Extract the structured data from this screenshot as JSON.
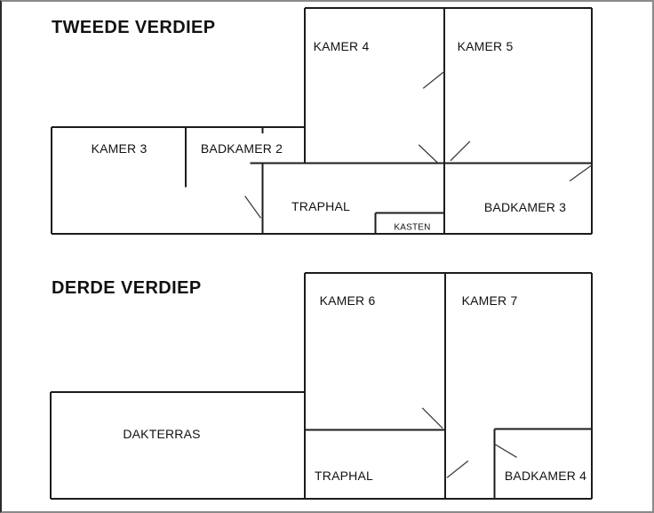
{
  "page": {
    "title": "Floor plan – Tweede en derde verdiep",
    "theme": {
      "background": "#ffffff",
      "wall_color": "#1c1c1c",
      "door_color": "#3c3c3c",
      "text_color": "#111111",
      "frame_color": "#8a8a8a"
    }
  },
  "floors": [
    {
      "title": "TWEEDE VERDIEP",
      "rooms": {
        "kamer4": "KAMER 4",
        "kamer5": "KAMER 5",
        "kamer3": "KAMER 3",
        "badkamer2": "BADKAMER 2",
        "traphal": "TRAPHAL",
        "kasten": "KASTEN",
        "badkamer3": "BADKAMER 3"
      },
      "walls": [
        [
          343,
          7,
          668,
          7
        ],
        [
          668,
          7,
          668,
          263
        ],
        [
          343,
          7,
          343,
          183
        ],
        [
          501,
          7,
          501,
          263
        ],
        [
          56,
          142,
          343,
          142
        ],
        [
          56,
          142,
          56,
          263
        ],
        [
          56,
          263,
          668,
          263
        ],
        [
          208,
          142,
          208,
          210
        ],
        [
          295,
          183,
          295,
          263
        ],
        [
          295,
          142,
          295,
          149
        ],
        [
          281,
          183,
          668,
          183
        ],
        [
          423,
          239,
          501,
          239
        ],
        [
          423,
          239,
          423,
          263
        ]
      ],
      "doors": [
        [
          477,
          98,
          502,
          78
        ],
        [
          472,
          162,
          493,
          182
        ],
        [
          508,
          180,
          530,
          158
        ],
        [
          643,
          203,
          668,
          185
        ],
        [
          275,
          220,
          293,
          245
        ]
      ]
    },
    {
      "title": "DERDE VERDIEP",
      "rooms": {
        "kamer6": "KAMER 6",
        "kamer7": "KAMER 7",
        "dakterras": "DAKTERRAS",
        "traphal": "TRAPHAL",
        "badkamer4": "BADKAMER 4"
      },
      "walls": [
        [
          343,
          307,
          668,
          307
        ],
        [
          668,
          307,
          668,
          563
        ],
        [
          343,
          307,
          343,
          563
        ],
        [
          502,
          307,
          502,
          563
        ],
        [
          55,
          442,
          343,
          442
        ],
        [
          55,
          442,
          55,
          563
        ],
        [
          55,
          563,
          668,
          563
        ],
        [
          343,
          485,
          502,
          485
        ],
        [
          558,
          484,
          668,
          484
        ],
        [
          558,
          484,
          558,
          563
        ]
      ],
      "doors": [
        [
          476,
          460,
          499,
          483
        ],
        [
          504,
          539,
          528,
          520
        ],
        [
          558,
          501,
          583,
          516
        ]
      ]
    }
  ]
}
